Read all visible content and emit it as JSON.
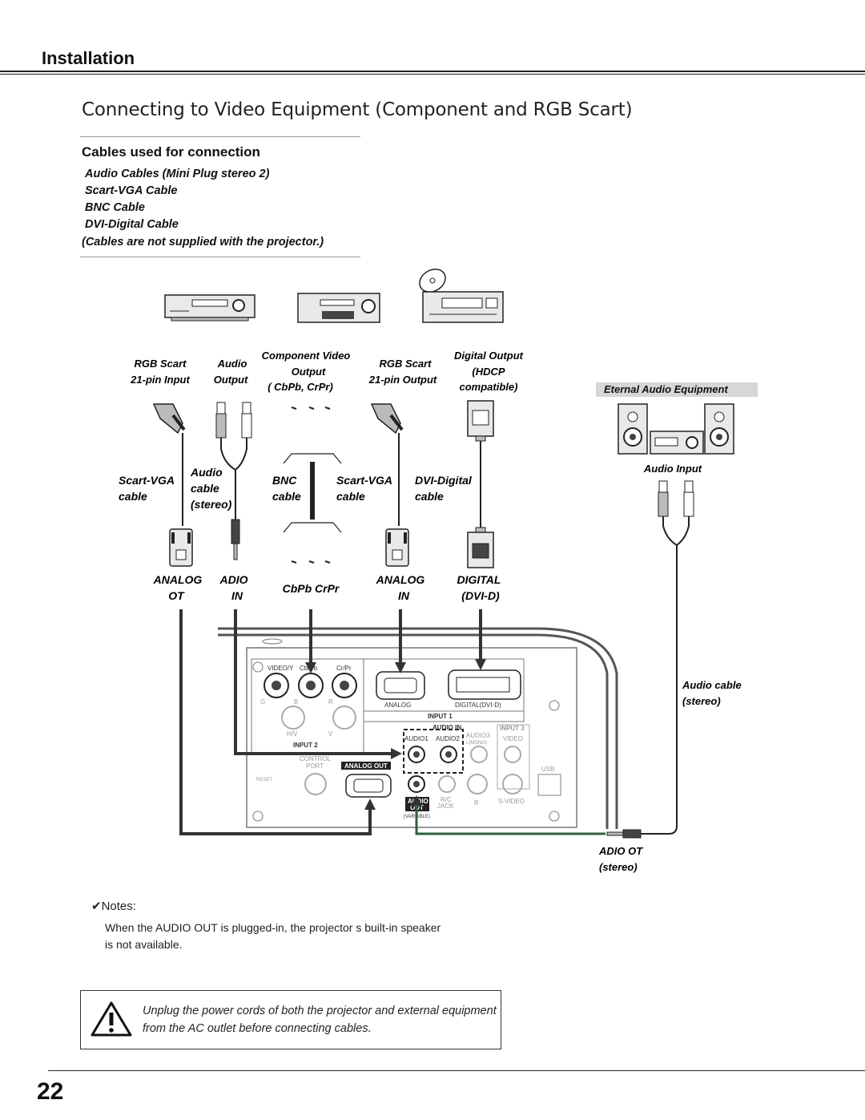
{
  "header": {
    "section": "Installation",
    "title": "Connecting to Video Equipment (Component and RGB Scart)"
  },
  "cables": {
    "heading": "Cables used for connection",
    "items": [
      "Audio Cables (Mini Plug stereo  2)",
      "Scart-VGA Cable",
      "BNC Cable",
      "DVI-Digital Cable",
      "(Cables are not supplied with the projector.)"
    ]
  },
  "diagram": {
    "source_labels": {
      "rgb_scart_input_1": "RGB Scart",
      "rgb_scart_input_2": "21-pin Input",
      "audio_output_1": "Audio",
      "audio_output_2": "Output",
      "component_1": "Component Video",
      "component_2": "Output",
      "component_3": "( CbPb, CrPr)",
      "rgb_scart_output_1": "RGB Scart",
      "rgb_scart_output_2": "21-pin Output",
      "digital_1": "Digital Output",
      "digital_2": "(HDCP",
      "digital_3": "compatible)"
    },
    "external_audio": "Eternal Audio Equipment",
    "audio_input": "Audio Input",
    "cable_labels": {
      "scart_vga_1": "Scart-VGA",
      "scart_vga_2": "cable",
      "audio_cable_1": "Audio",
      "audio_cable_2": "cable",
      "audio_cable_3": "(stereo)",
      "bnc_1": "BNC",
      "bnc_2": "cable",
      "scart_vga_b_1": "Scart-VGA",
      "scart_vga_b_2": "cable",
      "dvi_1": "DVI-Digital",
      "dvi_2": "cable"
    },
    "terminal_labels": {
      "analog_out_1": "ANALOG",
      "analog_out_2": "OT",
      "audio_in_1": "ADIO",
      "audio_in_2": "IN",
      "cbpb_crpr": "CbPb   CrPr",
      "analog_in_1": "ANALOG",
      "analog_in_2": "IN",
      "digital_in_1": "DIGITAL",
      "digital_in_2": "(DVI-D)"
    },
    "right_labels": {
      "audio_cable_1": "Audio cable",
      "audio_cable_2": "(stereo)",
      "audio_out_1": "ADIO OT",
      "audio_out_2": "(stereo)"
    },
    "panel_labels": {
      "video_y": "VIDEO/Y",
      "cb_pb": "Cb/Pb",
      "cr_pr": "Cr/Pr",
      "g": "G",
      "b": "B",
      "r": "R",
      "hv": "H/V",
      "v": "V",
      "input2": "INPUT 2",
      "analog": "ANALOG",
      "digital_dvi": "DIGITAL(DVI-D)",
      "input1": "INPUT 1",
      "audio_in": "AUDIO IN",
      "audio1": "AUDIO1",
      "audio2": "AUDIO2",
      "audio3": "AUDIO3",
      "mono": "L(MONO)",
      "input3": "INPUT 3",
      "video": "VIDEO",
      "control_port_1": "CONTROL",
      "control_port_2": "PORT",
      "analog_out": "ANALOG OUT",
      "reset": "RESET",
      "usb": "USB",
      "audio_out_1": "AUDIO",
      "audio_out_2": "OUT",
      "variable": "(VARIABLE)",
      "rc_jack_1": "R/C",
      "rc_jack_2": "JACK",
      "r_small": "R",
      "s_video": "S-VIDEO"
    }
  },
  "notes": {
    "title": "✔Notes:",
    "body": "When the  AUDIO OUT is plugged-in, the projector s built-in speaker is not available."
  },
  "warning": {
    "text": "Unplug the power cords of both the projector and external equipment from the AC outlet before connecting cables."
  },
  "footer": {
    "page_number": "22"
  }
}
